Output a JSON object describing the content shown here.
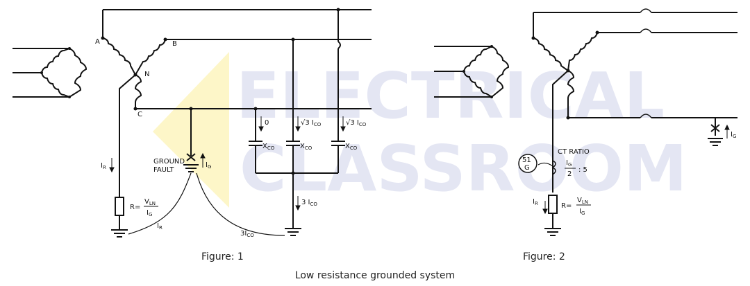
{
  "watermark": {
    "line1": "ELECTRICAL",
    "line2": "CLASSROOM"
  },
  "figure1": {
    "caption": "Figure: 1",
    "phase_a": "A",
    "phase_b": "B",
    "phase_c": "C",
    "neutral": "N",
    "ground_fault_line1": "GROUND",
    "ground_fault_line2": "FAULT",
    "current_ig": "I",
    "current_ig_sub": "G",
    "current_ir": "I",
    "current_ir_sub": "R",
    "resistor_prefix": "R=",
    "resistor_num": "V",
    "resistor_num_sub": "LN",
    "resistor_den": "I",
    "resistor_den_sub": "G",
    "cap_label": "X",
    "cap_label_sub": "CO",
    "cap1_current": "0",
    "cap2_current_root": "√3",
    "cap2_current": "I",
    "cap2_current_sub": "CO",
    "cap3_current_root": "√3",
    "cap3_current": "I",
    "cap3_current_sub": "CO",
    "return_current": "3 I",
    "return_current_sub": "CO",
    "loop_ir": "I",
    "loop_ir_sub": "R",
    "loop_3ico": "3I",
    "loop_3ico_sub": "CO"
  },
  "figure2": {
    "caption": "Figure: 2",
    "relay_top": "51",
    "relay_bottom": "G",
    "ct_ratio_label": "CT RATIO",
    "ct_num": "I",
    "ct_num_sub": "G",
    "ct_den": "2",
    "ct_ratio_suffix": ": 5",
    "current_ir": "I",
    "current_ir_sub": "R",
    "resistor_prefix": "R=",
    "resistor_num": "V",
    "resistor_num_sub": "LN",
    "resistor_den": "I",
    "resistor_den_sub": "G",
    "current_ig": "I",
    "current_ig_sub": "G"
  },
  "footer": {
    "title": "Low resistance grounded system"
  },
  "colors": {
    "line": "#111111",
    "watermark": "#e4e6f3",
    "watermark_accent": "#fdf6c8"
  }
}
